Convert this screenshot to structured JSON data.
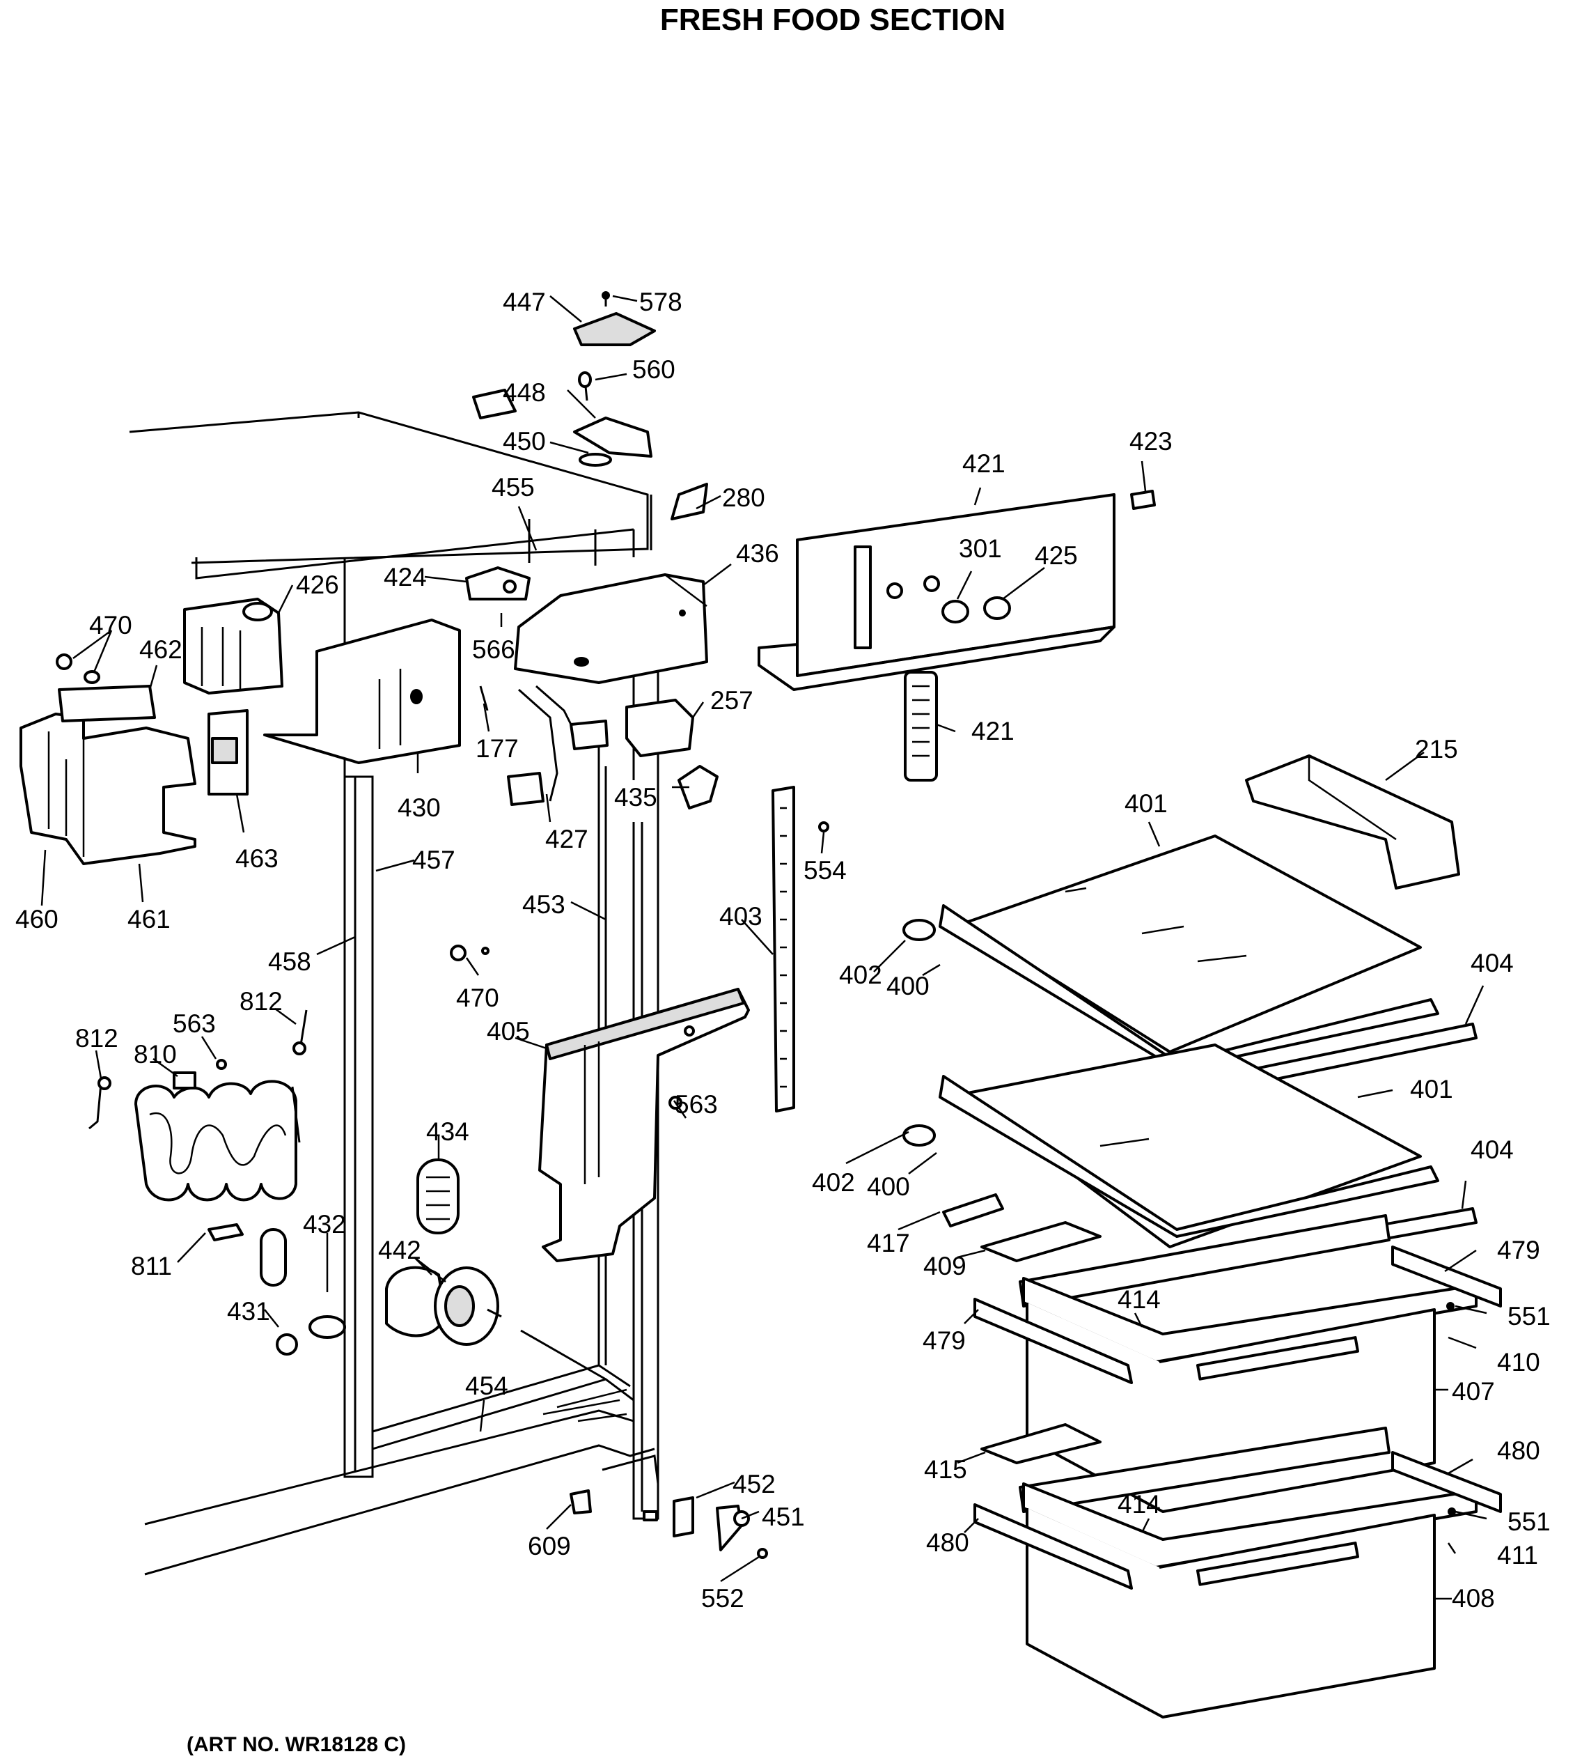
{
  "title": "FRESH FOOD SECTION",
  "art_number": "(ART NO. WR18128 C)",
  "callouts": {
    "c447": "447",
    "c578": "578",
    "c448": "448",
    "c560": "560",
    "c450": "450",
    "c455": "455",
    "c280": "280",
    "c421a": "421",
    "c423": "423",
    "c424": "424",
    "c426": "426",
    "c436": "436",
    "c301": "301",
    "c425": "425",
    "c470a": "470",
    "c462": "462",
    "c566": "566",
    "c257": "257",
    "c421b": "421",
    "c177": "177",
    "c430": "430",
    "c463": "463",
    "c427": "427",
    "c435": "435",
    "c215": "215",
    "c401a": "401",
    "c554": "554",
    "c457": "457",
    "c460": "460",
    "c461": "461",
    "c453": "453",
    "c403": "403",
    "c458": "458",
    "c402a": "402",
    "c400a": "400",
    "c404a": "404",
    "c470b": "470",
    "c812a": "812",
    "c812b": "812",
    "c563a": "563",
    "c810": "810",
    "c405": "405",
    "c401b": "401",
    "c563b": "563",
    "c434": "434",
    "c402b": "402",
    "c400b": "400",
    "c404b": "404",
    "c432": "432",
    "c417": "417",
    "c442": "442",
    "c811": "811",
    "c409": "409",
    "c479a": "479",
    "c414a": "414",
    "c431": "431",
    "c551a": "551",
    "c479b": "479",
    "c410": "410",
    "c454": "454",
    "c407": "407",
    "c480a": "480",
    "c415": "415",
    "c452": "452",
    "c414b": "414",
    "c451": "451",
    "c551b": "551",
    "c609": "609",
    "c480b": "480",
    "c411": "411",
    "c552": "552",
    "c408": "408"
  }
}
